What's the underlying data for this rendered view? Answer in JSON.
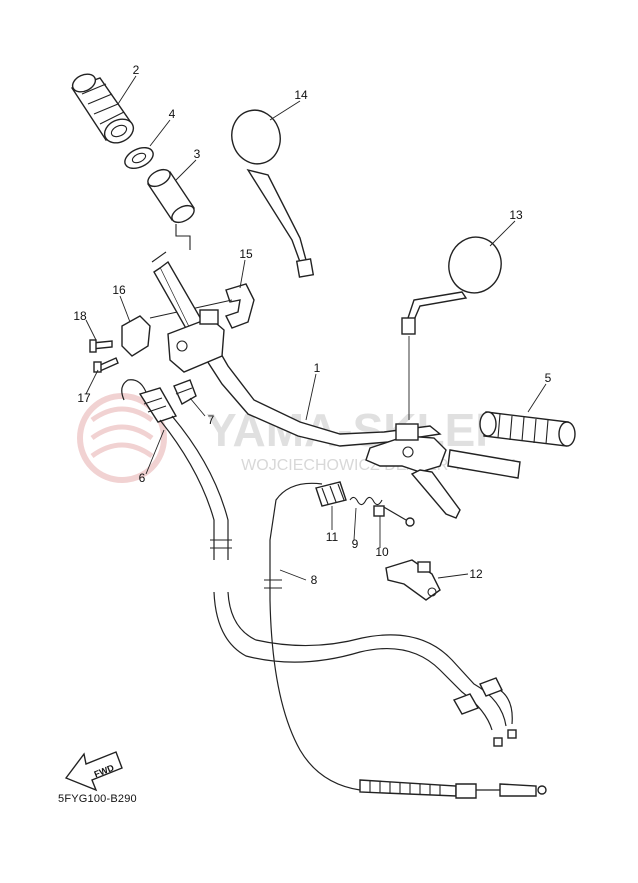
{
  "diagram": {
    "code": "5FYG100-B290",
    "fwd_label": "FWD",
    "callouts": [
      "1",
      "2",
      "3",
      "4",
      "5",
      "6",
      "7",
      "8",
      "9",
      "10",
      "11",
      "12",
      "13",
      "14",
      "15",
      "16",
      "17",
      "18"
    ]
  },
  "watermark": {
    "main": "YAMA-SKLEP",
    "sub": "WOJCIECHOWICZ DEALER YAMAHA"
  }
}
